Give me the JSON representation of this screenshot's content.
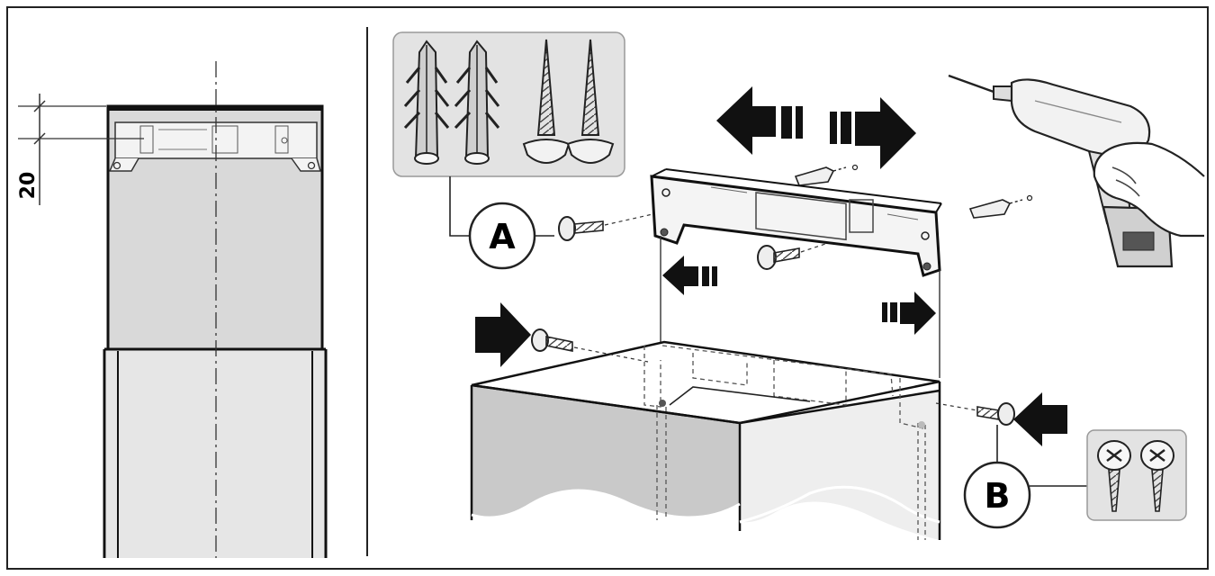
{
  "dimension": {
    "value": "20"
  },
  "callouts": {
    "a": {
      "label": "A"
    },
    "b": {
      "label": "B"
    }
  },
  "colors": {
    "line": "#222222",
    "panel_fill": "#e3e3e3",
    "chimney_fill": "#d9d9d9",
    "cabinet_left": "#c9c9c9",
    "cabinet_right": "#eeeeee",
    "arrow": "#111111"
  }
}
